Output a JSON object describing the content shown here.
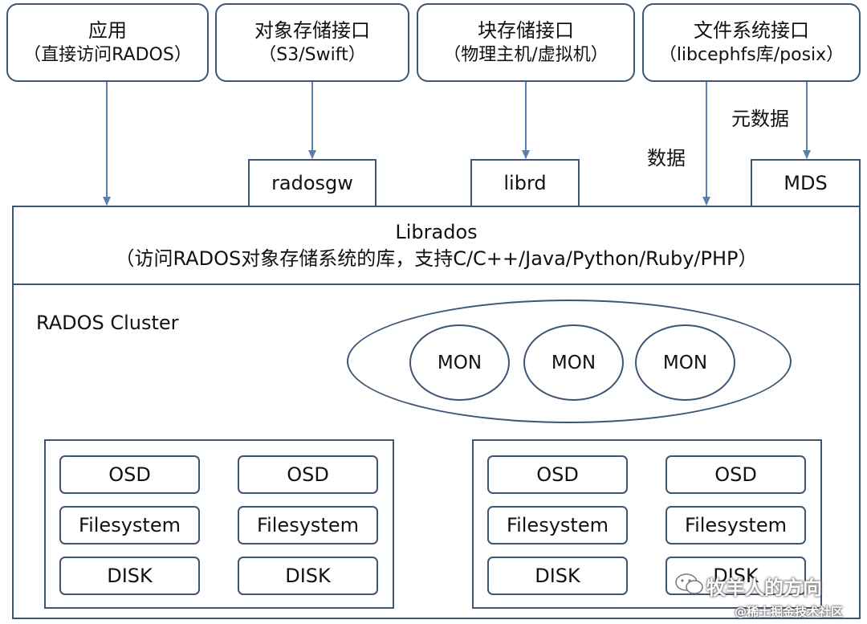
{
  "interfaces": [
    {
      "title": "应用",
      "subtitle": "（直接访问RADOS）"
    },
    {
      "title": "对象存储接口",
      "subtitle": "（S3/Swift）"
    },
    {
      "title": "块存储接口",
      "subtitle": "（物理主机/虚拟机）"
    },
    {
      "title": "文件系统接口",
      "subtitle": "（libcephfs库/posix）"
    }
  ],
  "gateways": {
    "radosgw": "radosgw",
    "librd": "librd",
    "mds": "MDS"
  },
  "edge_labels": {
    "data": "数据",
    "metadata": "元数据"
  },
  "librados": {
    "title": "Librados",
    "subtitle": "（访问RADOS对象存储系统的库，支持C/C++/Java/Python/Ruby/PHP）"
  },
  "cluster": {
    "label": "RADOS Cluster",
    "monitors": [
      "MON",
      "MON",
      "MON"
    ],
    "node_groups": [
      {
        "columns": [
          [
            "OSD",
            "Filesystem",
            "DISK"
          ],
          [
            "OSD",
            "Filesystem",
            "DISK"
          ]
        ]
      },
      {
        "columns": [
          [
            "OSD",
            "Filesystem",
            "DISK"
          ],
          [
            "OSD",
            "Filesystem",
            "DISK"
          ]
        ]
      }
    ]
  },
  "watermarks": {
    "line1": "牧羊人的方向",
    "line2": "@稀土掘金技术社区"
  },
  "colors": {
    "border": "#3e5573",
    "arrow": "#5b7fae"
  }
}
